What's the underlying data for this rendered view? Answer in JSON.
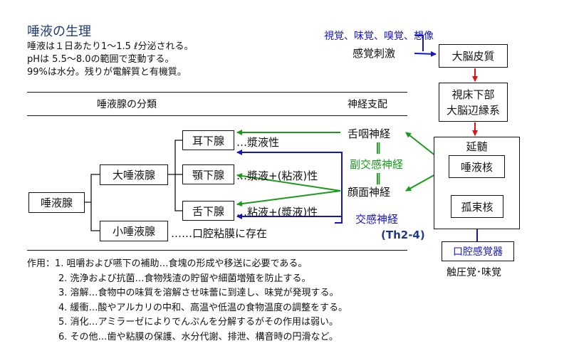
{
  "title": "唾液の生理",
  "intro": [
    "唾液は１日あたり1～1.5 ℓ分泌される。",
    "pHは 5.5～8.0の範囲で変動する。",
    "99%は水分。残りが電解質と有機質。"
  ],
  "table_header": {
    "classification": "唾液腺の分類",
    "nerve": "神経支配"
  },
  "glands": {
    "root": "唾液腺",
    "major": "大唾液腺",
    "minor": "小唾液腺",
    "minor_note": "……口腔粘膜に存在",
    "parotid": "耳下腺",
    "parotid_note": "…漿液性",
    "submandibular": "顎下腺",
    "submandibular_note": "…漿液+(粘液)性",
    "sublingual": "舌下腺",
    "sublingual_note": "…粘液+(漿液)性"
  },
  "nerves": {
    "glossopharyngeal": "舌咽神経",
    "parasympathetic": "副交感神経",
    "parasympathetic_mark": "‖",
    "facial": "顔面神経",
    "sympathetic": "交感神経",
    "sympathetic_levels": "(Th2-4)"
  },
  "brain": {
    "stimuli": "視覚、味覚、嗅覚、想像",
    "sensory_stimulus": "感覚刺激",
    "cortex": "大脳皮質",
    "hypothalamus": "視床下部",
    "limbic": "大脳辺縁系",
    "medulla": "延髄",
    "salivary_nucleus": "唾液核",
    "solitary_nucleus": "孤束核",
    "oral_receptors": "口腔感覚器",
    "receptor_types": "触圧覚･味覚"
  },
  "actions": {
    "label": "作用：",
    "items": [
      "1. 咀嚼および嚥下の補助…食塊の形成や移送に必要である。",
      "2. 洗浄および抗菌…食物残渣の貯留や細菌増殖を防止する。",
      "3. 溶解…食物中の味質を溶解させ味蕾に到達し、味覚が発現する。",
      "4. 緩衝…酸やアルカリの中和、高温や低温の食物温度の調整をする。",
      "5. 消化…アミラーゼによりでんぷんを分解するがその作用は弱い。",
      "6. その他…歯や粘膜の保護、水分代謝、排泄、構音時の円滑など。"
    ]
  },
  "colors": {
    "parasympathetic": "#1a9a1a",
    "sympathetic": "#1515c8",
    "ascending_path": "#e01010"
  }
}
